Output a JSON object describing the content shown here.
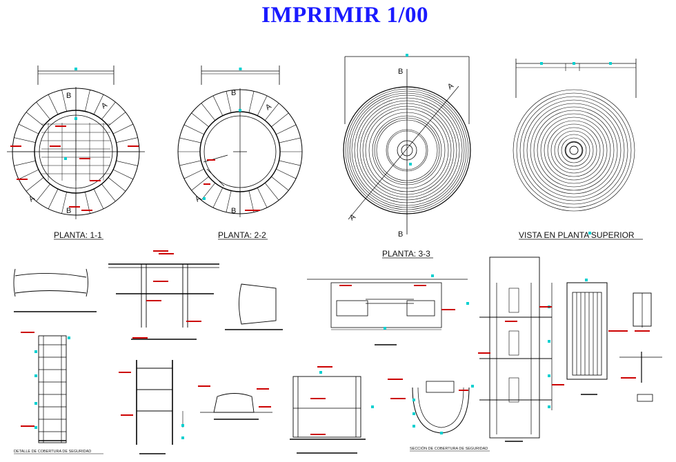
{
  "title": "IMPRIMIR 1/00",
  "plan_labels": {
    "planta_1": "PLANTA: 1-1",
    "planta_2": "PLANTA: 2-2",
    "planta_3": "PLANTA: 3-3",
    "vista": "VISTA EN PLANTA SUPERIOR"
  },
  "section_marks": {
    "b": "B",
    "a": "A"
  },
  "detail_labels": {
    "cobertura": "DETALLE DE COBERTURA DE SEGURIDAD",
    "seccion_cobertura": "SECCIÓN DE COBERTURA DE SEGURIDAD"
  },
  "colors": {
    "title": "#1a1aff",
    "line": "#000000",
    "accent_red": "#cc0000",
    "accent_cyan": "#00d0d0"
  }
}
